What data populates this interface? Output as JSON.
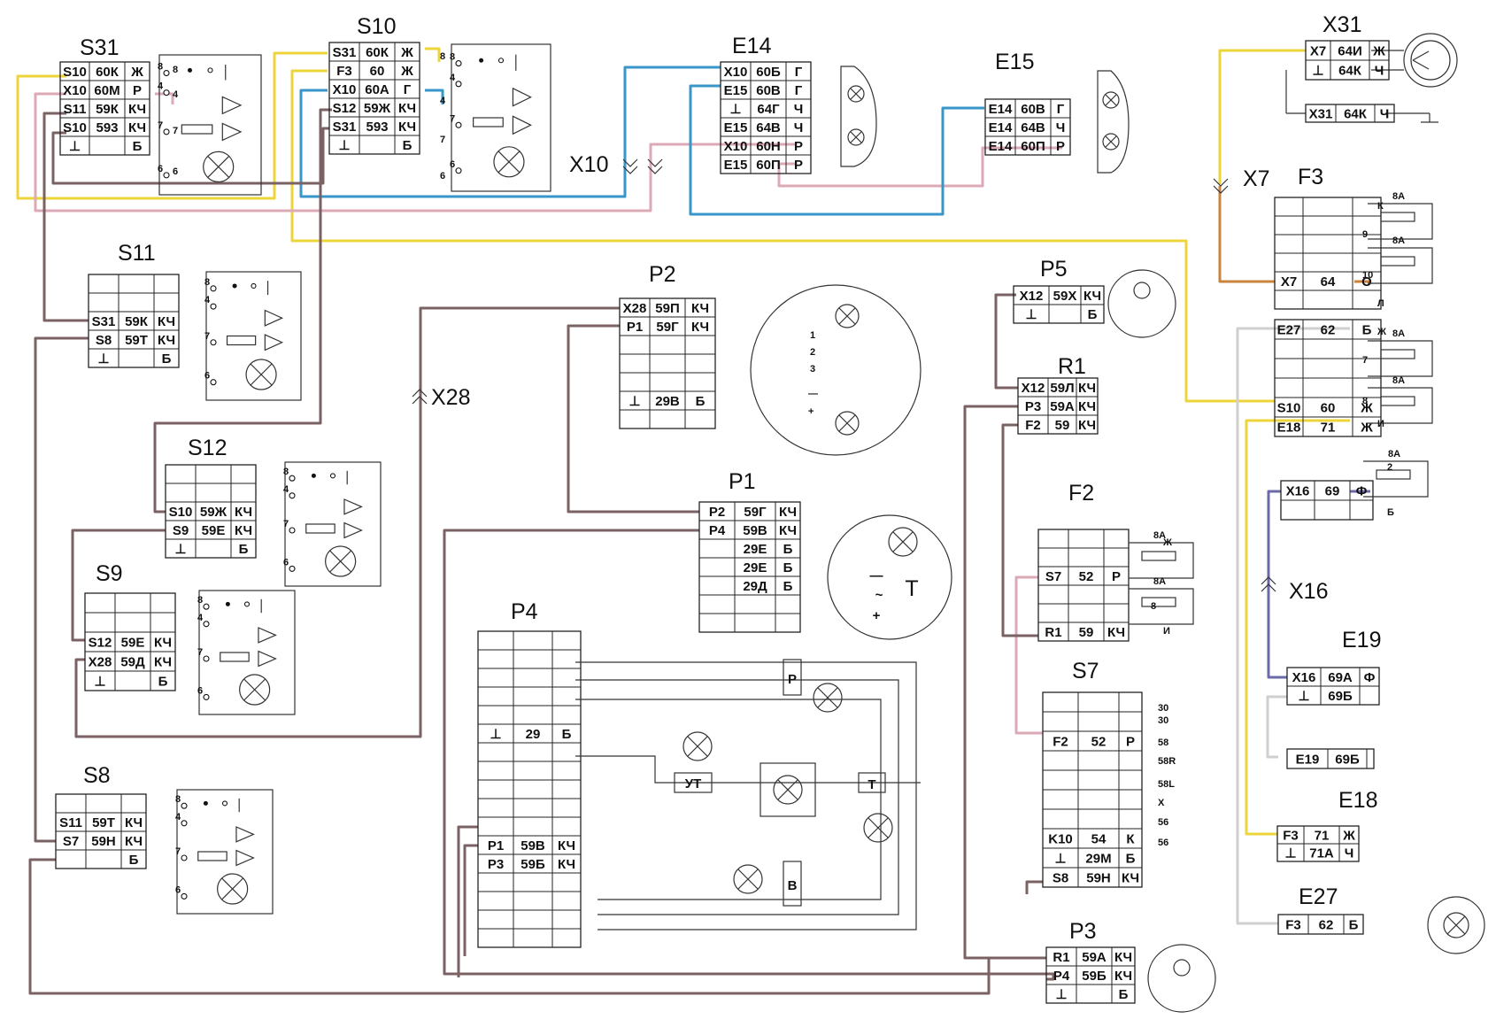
{
  "colors": {
    "yellow": "#ecd43a",
    "pink": "#dca9b6",
    "blue": "#3896c8",
    "brown": "#7a6163",
    "orange": "#c8843c",
    "violet": "#6b6aa8",
    "lightgrey": "#cfcfcf"
  },
  "labels": {
    "s31": "S31",
    "s10": "S10",
    "e14": "E14",
    "e15": "E15",
    "x31": "X31",
    "x10": "X10",
    "x7": "X7",
    "f3": "F3",
    "s11": "S11",
    "p2": "P2",
    "p5": "P5",
    "x28": "X28",
    "r1": "R1",
    "s12": "S12",
    "p1": "P1",
    "f2": "F2",
    "s9": "S9",
    "p4": "P4",
    "x16": "X16",
    "s7": "S7",
    "e19": "E19",
    "s8": "S8",
    "e18": "E18",
    "e27": "E27",
    "p3": "P3"
  },
  "internal": {
    "P": "P",
    "B": "B",
    "UT": "УТ",
    "T": "T",
    "minus": "—",
    "plus": "+",
    "ac": "~"
  },
  "pins": {
    "n8": "8",
    "n4": "4",
    "n7": "7",
    "n6": "6",
    "n1": "1",
    "n2": "2",
    "n3": "3",
    "n9": "9",
    "n10": "10",
    "fuse8A": "8А",
    "K": "К",
    "L": "Л",
    "Zh": "Ж",
    "I": "И",
    "B": "Б",
    "n30": "30",
    "n58": "58",
    "n58R": "58R",
    "n58L": "58L",
    "X": "X",
    "n56": "56",
    "minus": "—",
    "plus": "+"
  },
  "tables": {
    "s31": [
      [
        "S10",
        "60К",
        "Ж"
      ],
      [
        "X10",
        "60М",
        "Р"
      ],
      [
        "S11",
        "59К",
        "КЧ"
      ],
      [
        "S10",
        "593",
        "КЧ"
      ],
      [
        "⊥",
        "",
        "Б"
      ]
    ],
    "s10": [
      [
        "S31",
        "60К",
        "Ж"
      ],
      [
        "F3",
        "60",
        "Ж"
      ],
      [
        "X10",
        "60А",
        "Г"
      ],
      [
        "S12",
        "59Ж",
        "КЧ"
      ],
      [
        "S31",
        "593",
        "КЧ"
      ],
      [
        "⊥",
        "",
        "Б"
      ]
    ],
    "e14": [
      [
        "X10",
        "60Б",
        "Г"
      ],
      [
        "E15",
        "60В",
        "Г"
      ],
      [
        "⊥",
        "64Г",
        "Ч"
      ],
      [
        "E15",
        "64В",
        "Ч"
      ],
      [
        "X10",
        "60Н",
        "Р"
      ],
      [
        "E15",
        "60П",
        "Р"
      ]
    ],
    "e15": [
      [
        "E14",
        "60В",
        "Г"
      ],
      [
        "E14",
        "64В",
        "Ч"
      ],
      [
        "E14",
        "60П",
        "Р"
      ]
    ],
    "x31": [
      [
        "X7",
        "64И",
        "Ж"
      ],
      [
        "⊥",
        "64К",
        "Ч"
      ]
    ],
    "x31b": [
      [
        "X31",
        "64К",
        "Ч"
      ]
    ],
    "f3": [
      [
        "",
        "",
        ""
      ],
      [
        "",
        "",
        ""
      ],
      [
        "",
        "",
        ""
      ],
      [
        "",
        "",
        ""
      ],
      [
        "X7",
        "64",
        "О"
      ],
      [
        "",
        "",
        ""
      ]
    ],
    "f3b": [
      [
        "E27",
        "62",
        "Б"
      ],
      [
        "",
        "",
        ""
      ],
      [
        "",
        "",
        ""
      ],
      [
        "",
        "",
        ""
      ],
      [
        "S10",
        "60",
        "Ж"
      ],
      [
        "E18",
        "71",
        "Ж"
      ]
    ],
    "s11": [
      [
        "",
        "",
        ""
      ],
      [
        "",
        "",
        ""
      ],
      [
        "S31",
        "59К",
        "КЧ"
      ],
      [
        "S8",
        "59Т",
        "КЧ"
      ],
      [
        "⊥",
        "",
        "Б"
      ]
    ],
    "p2": [
      [
        "X28",
        "59П",
        "КЧ"
      ],
      [
        "P1",
        "59Г",
        "КЧ"
      ],
      [
        "",
        "",
        ""
      ],
      [
        "",
        "",
        ""
      ],
      [
        "",
        "",
        ""
      ],
      [
        "⊥",
        "29В",
        "Б"
      ],
      [
        "",
        "",
        ""
      ]
    ],
    "p5": [
      [
        "X12",
        "59X",
        "КЧ"
      ],
      [
        "⊥",
        "",
        "Б"
      ]
    ],
    "r1": [
      [
        "X12",
        "59Л",
        "КЧ"
      ],
      [
        "P3",
        "59А",
        "КЧ"
      ],
      [
        "F2",
        "59",
        "КЧ"
      ]
    ],
    "s12": [
      [
        "",
        "",
        ""
      ],
      [
        "",
        "",
        ""
      ],
      [
        "S10",
        "59Ж",
        "КЧ"
      ],
      [
        "S9",
        "59Е",
        "КЧ"
      ],
      [
        "⊥",
        "",
        "Б"
      ]
    ],
    "p1": [
      [
        "P2",
        "59Г",
        "КЧ"
      ],
      [
        "P4",
        "59В",
        "КЧ"
      ],
      [
        "",
        "29Е",
        "Б"
      ],
      [
        "",
        "29Е",
        "Б"
      ],
      [
        "",
        "29Д",
        "Б"
      ],
      [
        "",
        "",
        ""
      ],
      [
        "",
        "",
        ""
      ]
    ],
    "f2": [
      [
        "",
        "",
        ""
      ],
      [
        "",
        "",
        ""
      ],
      [
        "S7",
        "52",
        "Р"
      ],
      [
        "",
        "",
        ""
      ],
      [
        "",
        "",
        ""
      ],
      [
        "R1",
        "59",
        "КЧ"
      ]
    ],
    "x16": [
      [
        "X16",
        "69",
        "Ф"
      ],
      [
        "",
        "",
        ""
      ]
    ],
    "s9": [
      [
        "",
        "",
        ""
      ],
      [
        "",
        "",
        ""
      ],
      [
        "S12",
        "59Е",
        "КЧ"
      ],
      [
        "X28",
        "59Д",
        "КЧ"
      ],
      [
        "⊥",
        "",
        "Б"
      ]
    ],
    "p4": [
      [
        "",
        "",
        ""
      ],
      [
        "",
        "",
        ""
      ],
      [
        "",
        "",
        ""
      ],
      [
        "",
        "",
        ""
      ],
      [
        "",
        "",
        ""
      ],
      [
        "⊥",
        "29",
        "Б"
      ],
      [
        "",
        "",
        ""
      ],
      [
        "",
        "",
        ""
      ],
      [
        "",
        "",
        ""
      ],
      [
        "",
        "",
        ""
      ],
      [
        "",
        "",
        ""
      ],
      [
        "P1",
        "59В",
        "КЧ"
      ],
      [
        "P3",
        "59Б",
        "КЧ"
      ],
      [
        "",
        "",
        ""
      ],
      [
        "",
        "",
        ""
      ],
      [
        "",
        "",
        ""
      ],
      [
        "",
        "",
        ""
      ]
    ],
    "s7": [
      [
        "",
        "",
        ""
      ],
      [
        "",
        "",
        ""
      ],
      [
        "F2",
        "52",
        "Р"
      ],
      [
        "",
        "",
        ""
      ],
      [
        "",
        "",
        ""
      ],
      [
        "",
        "",
        ""
      ],
      [
        "",
        "",
        ""
      ],
      [
        "K10",
        "54",
        "К"
      ],
      [
        "⊥",
        "29М",
        "Б"
      ],
      [
        "S8",
        "59Н",
        "КЧ"
      ]
    ],
    "e19": [
      [
        "X16",
        "69А",
        "Ф"
      ],
      [
        "⊥",
        "69Б",
        ""
      ]
    ],
    "e19b": [
      [
        "E19",
        "69Б",
        ""
      ]
    ],
    "s8": [
      [
        "",
        "",
        ""
      ],
      [
        "S11",
        "59Т",
        "КЧ"
      ],
      [
        "S7",
        "59Н",
        "КЧ"
      ],
      [
        "",
        "",
        "Б"
      ]
    ],
    "e18": [
      [
        "F3",
        "71",
        "Ж"
      ],
      [
        "⊥",
        "71А",
        "Ч"
      ]
    ],
    "e27": [
      [
        "F3",
        "62",
        "Б"
      ]
    ],
    "p3": [
      [
        "R1",
        "59А",
        "КЧ"
      ],
      [
        "P4",
        "59Б",
        "КЧ"
      ],
      [
        "⊥",
        "",
        "Б"
      ]
    ]
  }
}
